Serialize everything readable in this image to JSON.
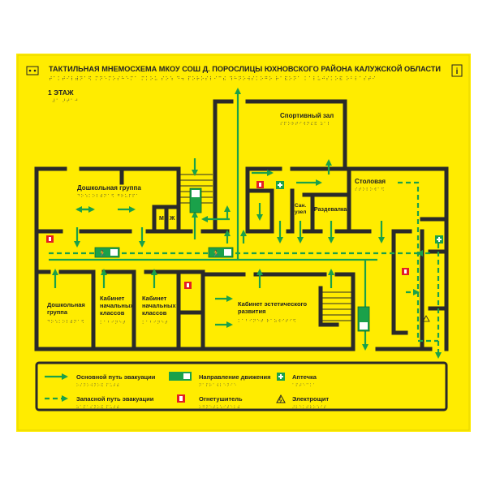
{
  "header": {
    "title": "ТАКТИЛЬНАЯ МНЕМОСХЕМА МКОУ СОШ Д. ПОРОСЛИЦЫ ЮХНОВСКОГО РАЙОНА КАЛУЖСКОЙ ОБЛАСТИ",
    "info_symbol": "i"
  },
  "floor_label": "1 ЭТАЖ",
  "rooms": {
    "sport_hall": "Спортивный зал",
    "preschool_group_top": "Дошкольная группа",
    "m": "М",
    "zh": "Ж",
    "san": "Сан.",
    "uzel": "узел",
    "cloakroom": "Раздевалка",
    "canteen": "Столовая",
    "preschool_lower_1": "Дошкольная",
    "preschool_lower_2": "группа",
    "cab1_1": "Кабинет",
    "cab1_2": "начальных",
    "cab1_3": "классов",
    "cab2_1": "Кабинет",
    "cab2_2": "начальных",
    "cab2_3": "классов",
    "aesthetic_1": "Кабинет эстетического",
    "aesthetic_2": "развития"
  },
  "legend": {
    "main_route": "Основной путь эвакуации",
    "direction": "Направление движения",
    "first_aid": "Аптечка",
    "spare_route": "Запасной путь эвакуации",
    "extinguisher": "Огнетушитель",
    "electrical": "Электрощит"
  },
  "colors": {
    "background": "#ffec00",
    "wall": "#2a2a2a",
    "route": "#1aa14a",
    "extinguisher": "#e31e24"
  },
  "icons": [
    "braille-dots-icon",
    "info-icon",
    "emergency-exit-icon",
    "fire-extinguisher-icon",
    "first-aid-icon",
    "electrical-panel-icon"
  ]
}
